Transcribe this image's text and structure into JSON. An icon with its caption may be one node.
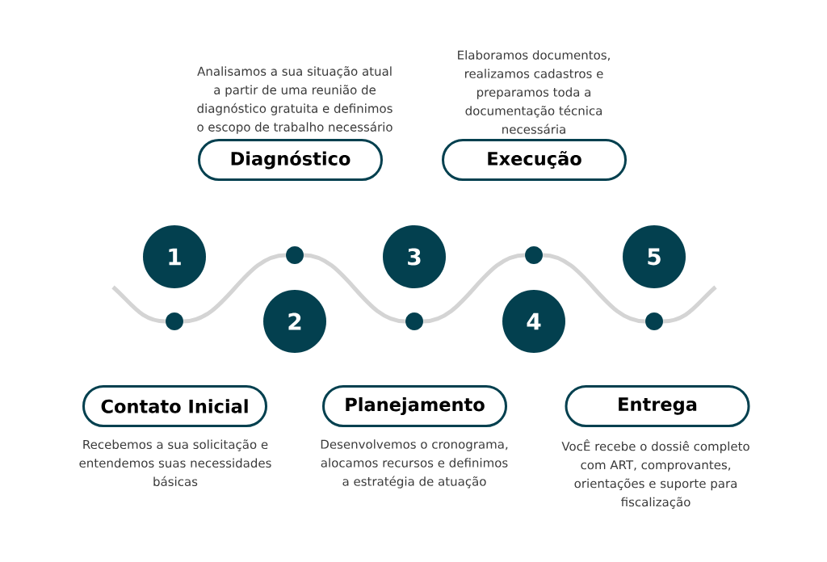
{
  "diagram": {
    "nodes": [
      {
        "text": [
          "Diagnóstico"
        ],
        "beside": [
          "Analisamos a sua situação atual a partir de uma reunião de diagnóstico gratuita e definimos o escopo de trabalho necessário"
        ]
      },
      {
        "text": [
          "Execução"
        ],
        "beside": [
          "Elaboramos documentos, realizamos cadastros e preparamos toda a documentação técnica necessária"
        ]
      },
      {
        "text": [
          "1"
        ]
      },
      {
        "text": [],
        "shape": "circle"
      },
      {
        "text": [
          "3"
        ]
      },
      {
        "text": [],
        "shape": "circle"
      },
      {
        "text": [
          "5"
        ]
      },
      {
        "text": [],
        "shape": "circle"
      },
      {
        "text": [
          "2"
        ]
      },
      {
        "text": [],
        "shape": "circle"
      },
      {
        "text": [
          "4"
        ]
      },
      {
        "text": [],
        "shape": "circle"
      },
      {
        "text": [
          "Contato Inicial"
        ],
        "beside": [
          "Recebemos a sua solicitação e entendemos suas necessidades básicas"
        ]
      },
      {
        "text": [
          "Planejamento"
        ],
        "beside": [
          "Desenvolvemos o cronograma, alocamos recursos e definimos a estratégia de atuação"
        ]
      },
      {
        "text": [
          "Entrega"
        ],
        "beside": [
          "VocÊ recebe o dossiê completo com ART, comprovantes, orientações e suporte para fiscalização"
        ]
      }
    ],
    "edges": [
      {
        "from": null,
        "to": 7,
        "arrow": "none"
      },
      {
        "from": 7,
        "to": 3,
        "arrow": "none"
      },
      {
        "from": 3,
        "to": 9,
        "arrow": "none"
      },
      {
        "from": 9,
        "to": 5,
        "arrow": "none"
      },
      {
        "from": 5,
        "to": 11,
        "arrow": "none"
      },
      {
        "from": 11,
        "to": null,
        "arrow": "none"
      }
    ]
  }
}
